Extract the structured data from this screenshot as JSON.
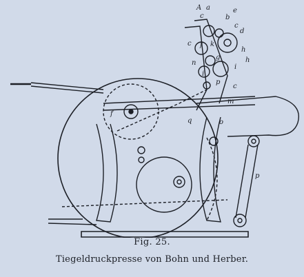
{
  "figure": {
    "number_label": "Fig. 25.",
    "caption": "Tiegeldruckpresse von Bohn und Herber.",
    "letter_labels": [
      "A",
      "a",
      "e",
      "c",
      "b",
      "c",
      "d",
      "c",
      "f",
      "k",
      "h",
      "i",
      "h",
      "g",
      "n",
      "i",
      "p",
      "c",
      "m",
      "f",
      "q",
      "o",
      "p"
    ]
  },
  "colors": {
    "background": "#d1dae9",
    "ink": "#1c1f26"
  }
}
